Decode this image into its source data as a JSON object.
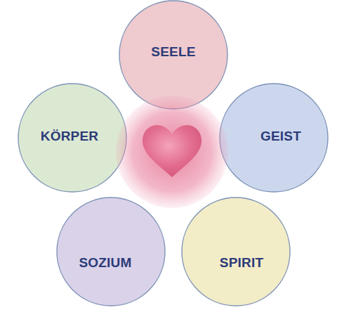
{
  "diagram": {
    "nodes": [
      {
        "text": [
          "SEELE"
        ]
      },
      {
        "text": [
          "KÖRPER"
        ]
      },
      {
        "text": [
          "GEIST"
        ]
      },
      {
        "text": [
          "SOZIUM"
        ]
      },
      {
        "text": [
          "SPIRIT"
        ]
      }
    ]
  }
}
